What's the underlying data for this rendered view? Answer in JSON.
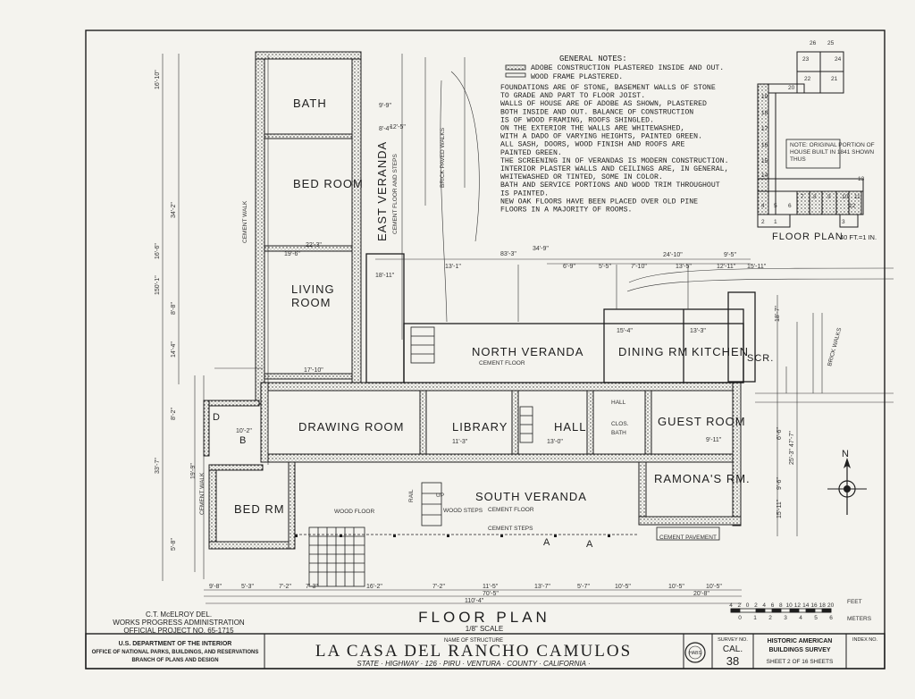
{
  "drawing": {
    "title": "FLOOR  PLAN",
    "scale": "1/8\" SCALE",
    "ink_color": "#1e1e1e",
    "paper_color": "#f4f3ee"
  },
  "general_notes": {
    "heading": "GENERAL NOTES:",
    "legend_adobe": "ADOBE CONSTRUCTION PLASTERED INSIDE AND OUT.",
    "legend_wood": "WOOD FRAME PLASTERED.",
    "lines": [
      "FOUNDATIONS ARE OF STONE, BASEMENT WALLS OF STONE",
      "TO GRADE AND PART TO FLOOR JOIST.",
      "WALLS OF HOUSE ARE OF ADOBE AS SHOWN, PLASTERED",
      "BOTH INSIDE AND OUT. BALANCE OF CONSTRUCTION",
      "IS OF WOOD FRAMING, ROOFS SHINGLED.",
      "ON THE EXTERIOR THE WALLS ARE WHITEWASHED,",
      "WITH A DADO OF VARYING HEIGHTS, PAINTED GREEN.",
      "ALL SASH, DOORS, WOOD FINISH AND ROOFS ARE",
      "PAINTED GREEN.",
      "THE SCREENING IN OF VERANDAS IS MODERN CONSTRUCTION.",
      "INTERIOR PLASTER WALLS AND CEILINGS ARE, IN GENERAL,",
      "WHITEWASHED OR TINTED, SOME IN COLOR.",
      "BATH AND SERVICE PORTIONS AND WOOD TRIM THROUGHOUT",
      "IS PAINTED.",
      "NEW OAK FLOORS HAVE BEEN PLACED OVER OLD PINE",
      "FLOORS IN A MAJORITY OF ROOMS."
    ]
  },
  "key_plan": {
    "note": [
      "NOTE: ORIGINAL PORTION OF",
      "HOUSE BUILT IN 1841 SHOWN",
      "THUS"
    ],
    "caption": "FLOOR PLAN",
    "scale": "40 FT.=1 IN.",
    "labels": [
      "26",
      "25",
      "23",
      "24",
      "22",
      "21",
      "20",
      "19",
      "18",
      "17",
      "16",
      "15",
      "14",
      "13",
      "11",
      "10",
      "9",
      "8",
      "7",
      "6",
      "5",
      "4",
      "3",
      "2",
      "1",
      "12"
    ]
  },
  "rooms": {
    "bath": "BATH",
    "bed_room_1": "BED ROOM",
    "east_veranda": "EAST VERANDA",
    "east_veranda_note": "CEMENT FLOOR AND STEPS",
    "living_room_1": "LIVING",
    "living_room_2": "ROOM",
    "north_veranda": "NORTH VERANDA",
    "north_veranda_floor": "CEMENT FLOOR",
    "dining": "DINING RM",
    "kitchen": "KITCHEN",
    "scr": "SCR.",
    "drawing_room": "DRAWING ROOM",
    "library": "LIBRARY",
    "hall": "HALL",
    "hall_small": "HALL",
    "closet": "CLOS.",
    "bath_small": "BATH",
    "guest_room": "GUEST ROOM",
    "ramonas": "RAMONA'S RM.",
    "bed_rm": "BED RM",
    "south_veranda": "SOUTH VERANDA",
    "south_veranda_floor": "CEMENT FLOOR",
    "wood_floor": "WOOD FLOOR",
    "wood_steps": "WOOD STEPS",
    "up": "UP",
    "rail": "RAIL",
    "cement_walk_1": "CEMENT WALK",
    "cement_walk_2": "CEMENT WALK",
    "cement_steps": "CEMENT STEPS",
    "cement_pavement": "CEMENT PAVEMENT",
    "brick_walks": "BRICK WALKS",
    "brick_paved_walks": "BRICK PAVED WALKS",
    "d_label": "D",
    "b_label": "B",
    "section_a": "A",
    "north": "N"
  },
  "dimensions": {
    "top": [
      "34'-9\"",
      "83'-3\"",
      "24'-10\"",
      "9'-5\"",
      "6'-9\"",
      "5'-5\"",
      "7'-10\"",
      "13'-5\"",
      "12'-11\""
    ],
    "east_wing": [
      "9'-9\"",
      "8'-4\"",
      "22'-3\"",
      "19'-6\"",
      "18'-11\"",
      "17'-10\"",
      "13'-1\"",
      "15'-11\""
    ],
    "bottom": [
      "9'-8\"",
      "5'-3\"",
      "7'-2\"",
      "7'-3\"",
      "16'-2\"",
      "7'-2\"",
      "11'-5\"",
      "13'-7\"",
      "5'-7\"",
      "10'-5\"",
      "10'-5\"",
      "70'-5\"",
      "110'-4\"",
      "20'-8\"",
      "10'-5\""
    ],
    "left": [
      "16'-10\"",
      "34'-2\"",
      "16'-6\"",
      "150'-1\"",
      "8'-8\"",
      "14'-4\"",
      "8'-2\"",
      "33'-7\"",
      "19'-9\"",
      "5'-8\""
    ],
    "right": [
      "18'-7\"",
      "47'-7\"",
      "6'-6\"",
      "25'-3\"",
      "9'-6\"",
      "15'-11\""
    ],
    "misc": [
      "10'-2\"",
      "12'-5\"",
      "13'-0\"",
      "11'-3\"",
      "15'-4\"",
      "13'-3\"",
      "9'-11\""
    ]
  },
  "graphic_scale": {
    "feet_label": "FEET",
    "meters_label": "METERS",
    "feet_ticks": [
      "4",
      "2",
      "0",
      "2",
      "4",
      "6",
      "8",
      "10",
      "12",
      "14",
      "16",
      "18",
      "20"
    ],
    "meter_ticks": [
      "0",
      "1",
      "2",
      "3",
      "4",
      "5",
      "6"
    ]
  },
  "credits": {
    "delineator": "C.T. McELROY  DEL.",
    "agency": "WORKS PROGRESS ADMINISTRATION",
    "project": "OFFICIAL PROJECT NO. 65-1715"
  },
  "title_block": {
    "dept_1": "U.S. DEPARTMENT OF THE INTERIOR",
    "dept_2": "OFFICE OF NATIONAL PARKS, BUILDINGS, AND RESERVATIONS",
    "dept_3": "BRANCH OF PLANS AND DESIGN",
    "name_label": "NAME OF STRUCTURE",
    "name": "LA  CASA  DEL  RANCHO  CAMULOS",
    "location": "STATE · HIGHWAY · 126 · PIRU · VENTURA · COUNTY · CALIFORNIA ·",
    "survey_label": "SURVEY NO.",
    "survey_state": "CAL.",
    "survey_no": "38",
    "habs_1": "HISTORIC AMERICAN",
    "habs_2": "BUILDINGS SURVEY",
    "sheet": "SHEET 2 OF 16 SHEETS",
    "index_label": "INDEX NO.",
    "seal_text": "HABS"
  }
}
